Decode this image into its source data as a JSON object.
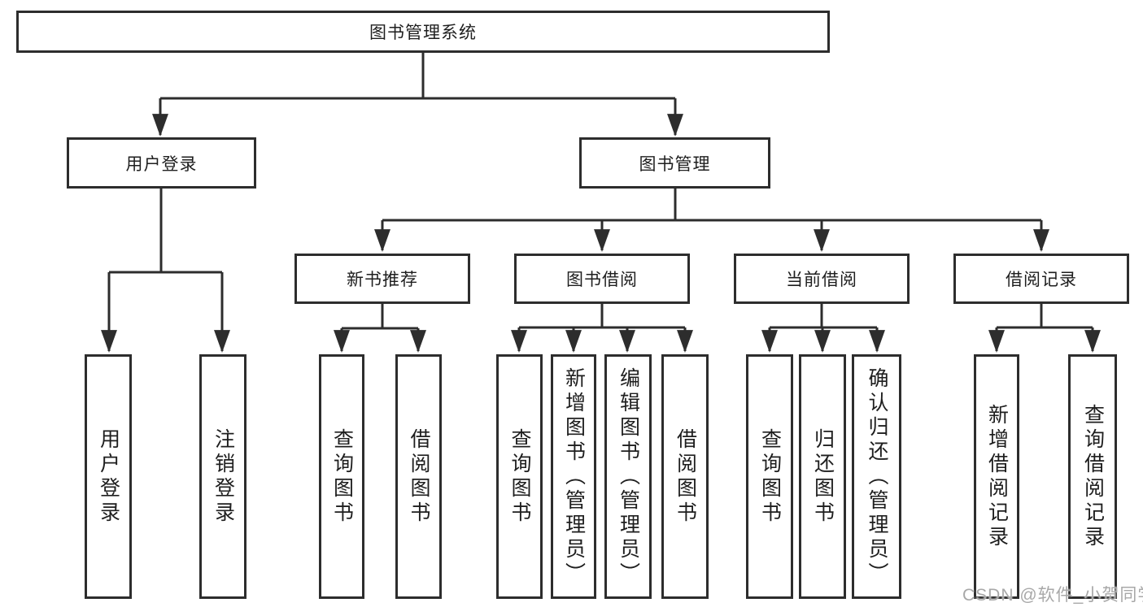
{
  "root": {
    "label": "图书管理系统"
  },
  "branches": {
    "user_login": {
      "label": "用户登录",
      "children": [
        {
          "label": "用户登录"
        },
        {
          "label": "注销登录"
        }
      ]
    },
    "book_management": {
      "label": "图书管理",
      "children": [
        {
          "label": "新书推荐",
          "children": [
            {
              "label": "查询图书"
            },
            {
              "label": "借阅图书"
            }
          ]
        },
        {
          "label": "图书借阅",
          "children": [
            {
              "label": "查询图书"
            },
            {
              "label": "新增图书（管理员）"
            },
            {
              "label": "编辑图书（管理员）"
            },
            {
              "label": "借阅图书"
            }
          ]
        },
        {
          "label": "当前借阅",
          "children": [
            {
              "label": "查询图书"
            },
            {
              "label": "归还图书"
            },
            {
              "label": "确认归还（管理员）"
            }
          ]
        },
        {
          "label": "借阅记录",
          "children": [
            {
              "label": "新增借阅记录"
            },
            {
              "label": "查询借阅记录"
            }
          ]
        }
      ]
    }
  },
  "watermark": "CSDN @软件_小贺同学",
  "colors": {
    "line": "#2d2d2d",
    "text": "#1e1e1e",
    "watermark": "#a8a8a8",
    "background": "#ffffff"
  }
}
